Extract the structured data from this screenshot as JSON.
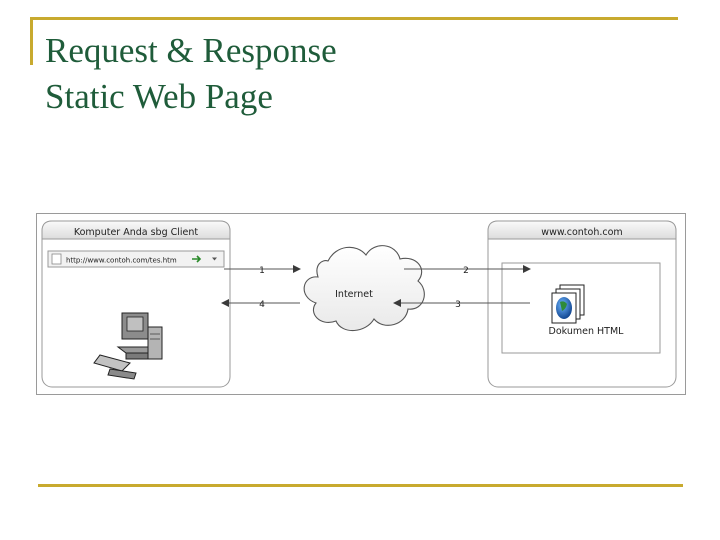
{
  "slide": {
    "title_line1": "Request & Response",
    "title_line2": "Static Web Page"
  },
  "diagram": {
    "client": {
      "window_title": "Komputer Anda sbg Client",
      "url": "http://www.contoh.com/tes.htm",
      "go_icon": "arrow-right-icon",
      "menu_icon": "dropdown-icon"
    },
    "network": {
      "label": "Internet"
    },
    "server": {
      "window_title": "www.contoh.com",
      "document_label": "Dokumen HTML"
    },
    "steps": {
      "step1": "1",
      "step2": "2",
      "step3": "3",
      "step4": "4"
    }
  }
}
